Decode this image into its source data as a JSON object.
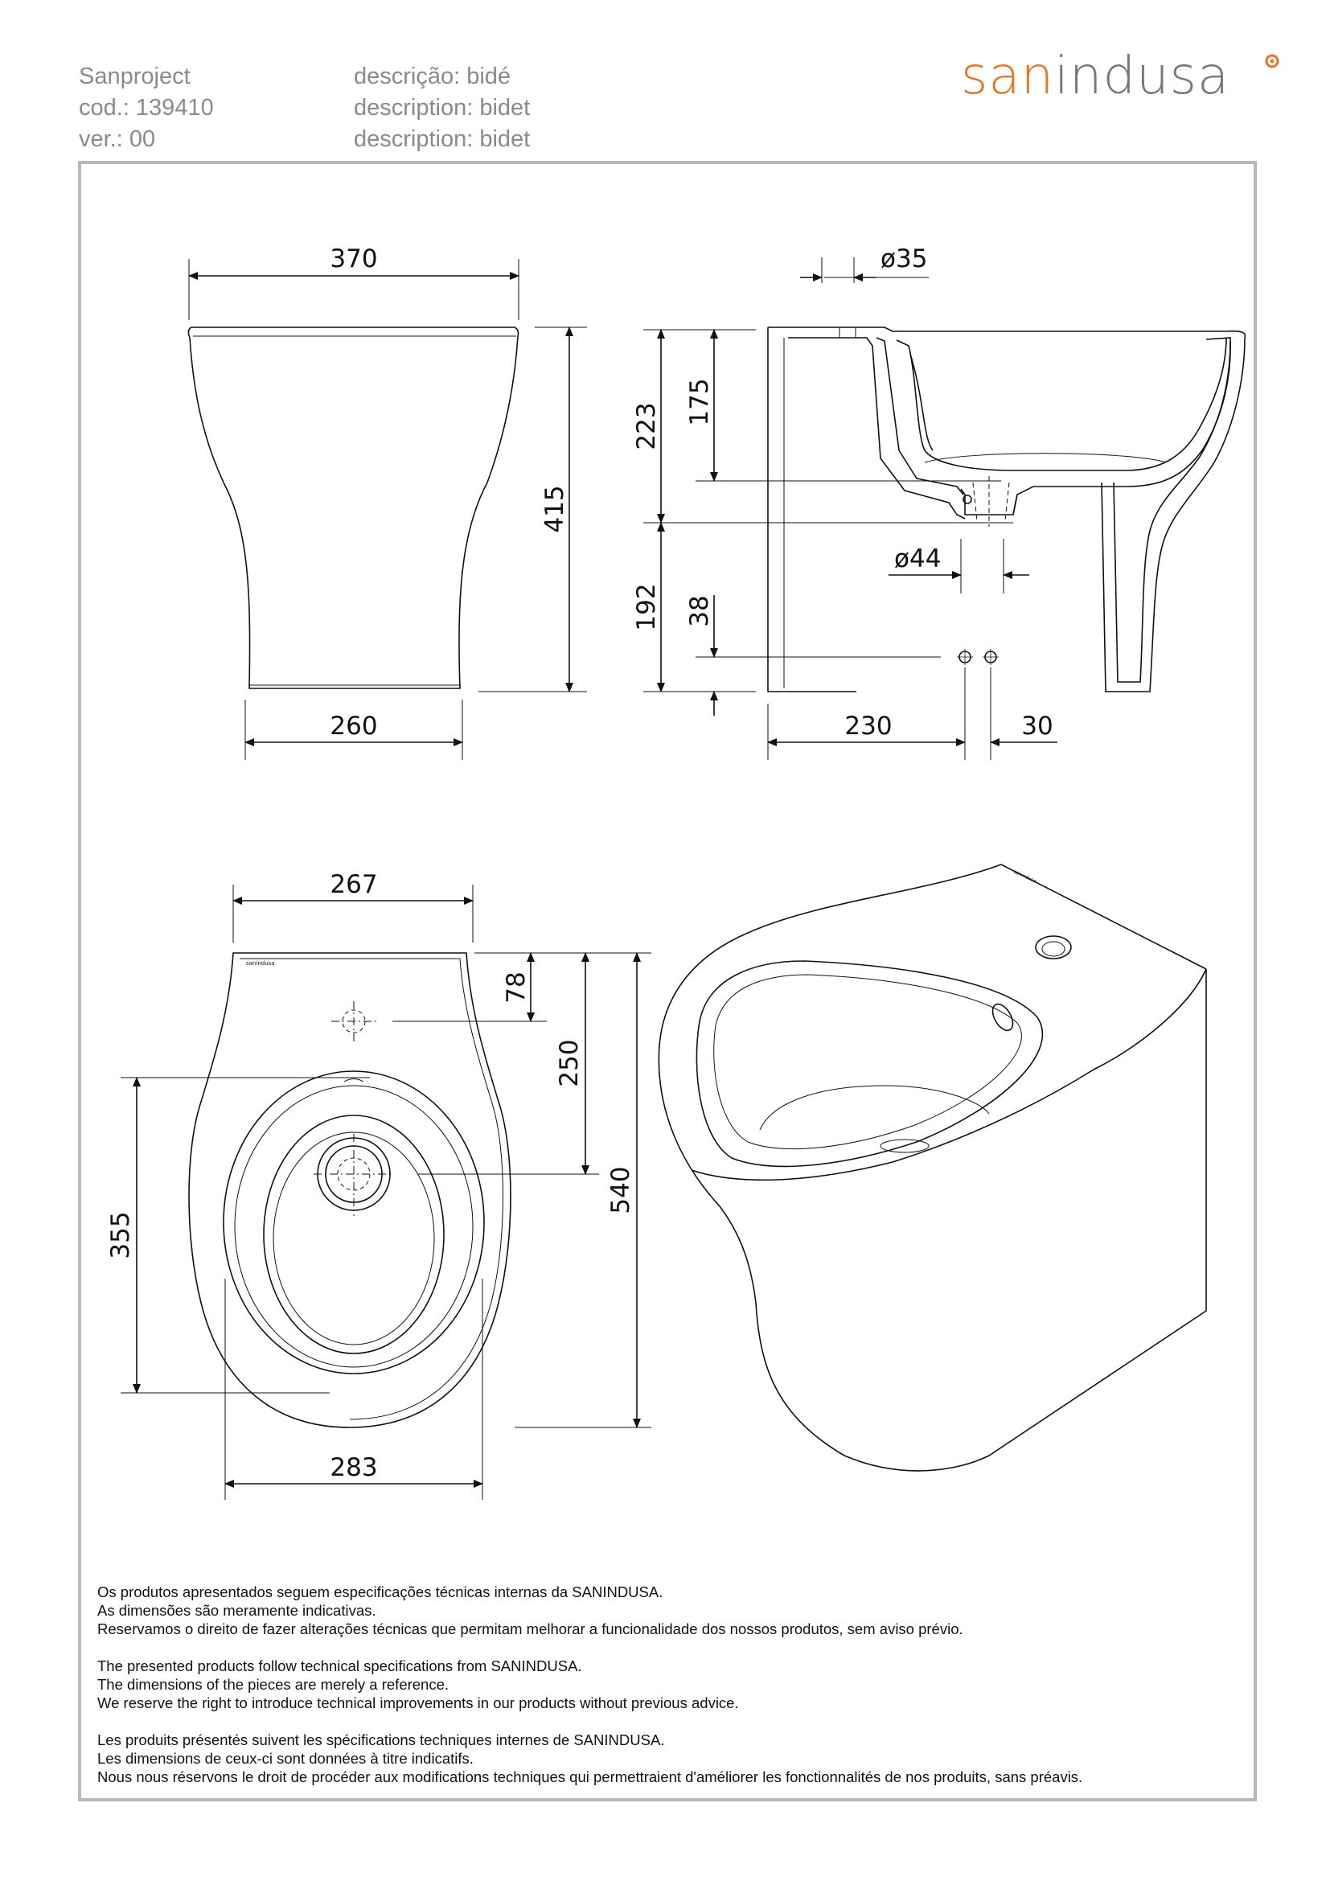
{
  "header": {
    "left": [
      "Sanproject",
      "cod.: 139410",
      "ver.: 00"
    ],
    "right": [
      "descrição: bidé",
      "description: bidet",
      "description: bidet"
    ]
  },
  "logo": {
    "san": "san",
    "indusa": "indusa",
    "brand_color": "#e0782a"
  },
  "dimensions": {
    "front_top_width": "370",
    "front_height": "415",
    "front_base_width": "260",
    "side_pipe_diameter": "ø35",
    "side_height_223": "223",
    "side_height_175": "175",
    "side_height_192": "192",
    "side_height_38": "38",
    "side_drain_diameter": "ø44",
    "side_depth_230": "230",
    "side_spacing_30": "30",
    "top_width_267": "267",
    "top_offset_78": "78",
    "top_offset_250": "250",
    "top_length_540": "540",
    "top_bowl_355": "355",
    "top_width_283": "283"
  },
  "stamp": "sanindusa",
  "footer": {
    "pt": [
      "Os produtos apresentados seguem especificações técnicas internas da SANINDUSA.",
      "As dimensões são meramente indicativas.",
      "Reservamos o direito de fazer alterações técnicas que permitam melhorar a funcionalidade dos nossos produtos, sem aviso prévio."
    ],
    "en": [
      "The presented products follow technical specifications from SANINDUSA.",
      "The dimensions of the pieces are merely a reference.",
      "We reserve the right to introduce technical improvements in our products without previous advice."
    ],
    "fr": [
      "Les produits présentés suivent les spécifications techniques internes de SANINDUSA.",
      "Les dimensions de ceux-ci sont données à titre indicatifs.",
      "Nous nous réservons le droit de procéder aux modifications techniques qui permettraient d'améliorer les fonctionnalités de nos produits, sans préavis."
    ]
  }
}
